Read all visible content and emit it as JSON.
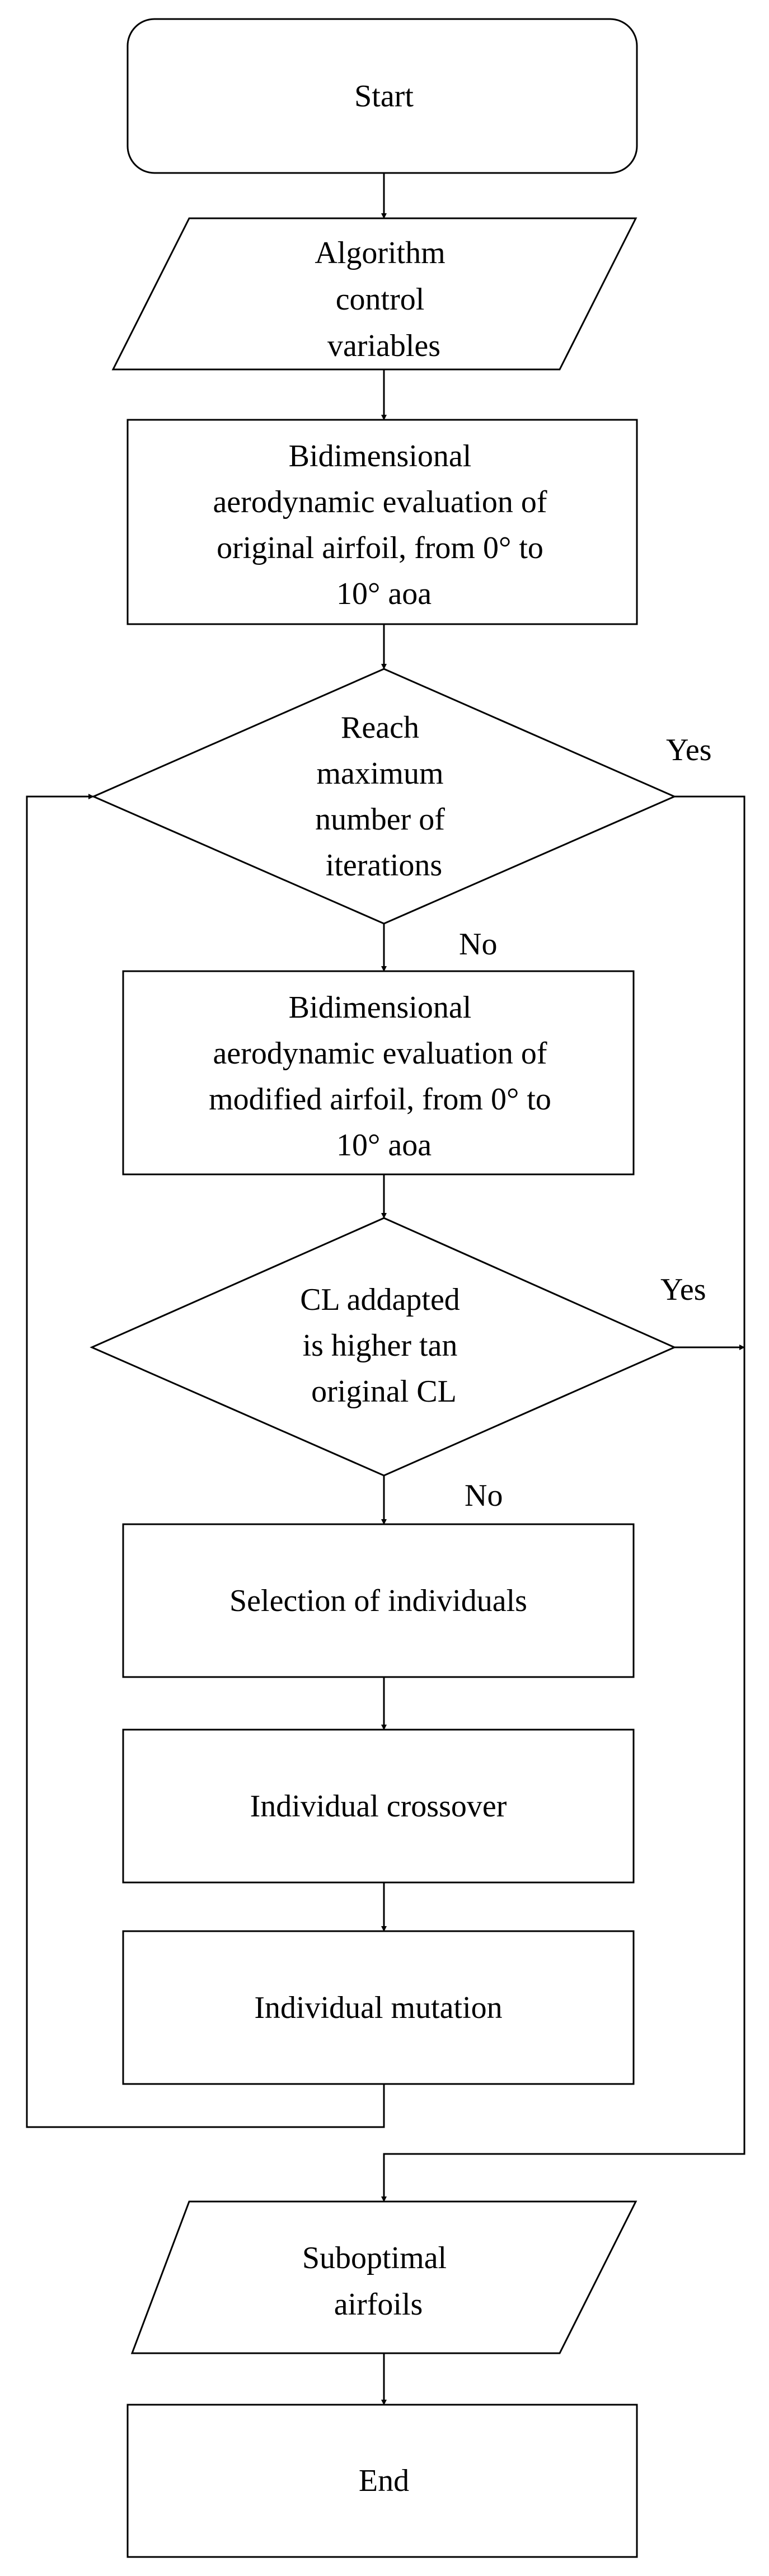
{
  "flowchart": {
    "start": "Start",
    "control_vars": [
      "Algorithm",
      "control",
      "variables"
    ],
    "eval_original": [
      "Bidimensional",
      "aerodynamic evaluation of",
      "original airfoil, from 0° to",
      "10° aoa"
    ],
    "max_iter": [
      "Reach",
      "maximum",
      "number of",
      "iterations"
    ],
    "max_iter_yes": "Yes",
    "max_iter_no": "No",
    "eval_modified": [
      "Bidimensional",
      "aerodynamic evaluation of",
      "modified airfoil, from 0° to",
      "10° aoa"
    ],
    "cl_check": [
      "CL addapted",
      "is higher tan",
      "original CL"
    ],
    "cl_check_yes": "Yes",
    "cl_check_no": "No",
    "selection": "Selection of individuals",
    "crossover": "Individual crossover",
    "mutation": "Individual mutation",
    "suboptimal": [
      "Suboptimal",
      "airfoils"
    ],
    "end": "End"
  }
}
